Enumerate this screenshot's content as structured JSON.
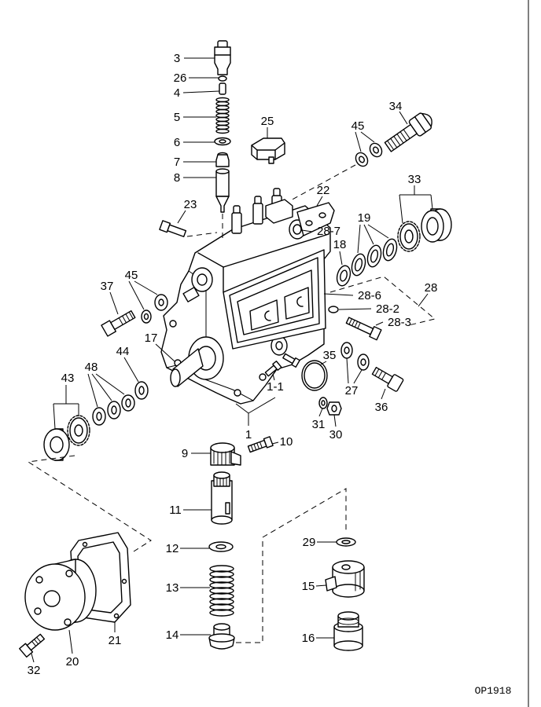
{
  "diagram": {
    "callouts": {
      "c3": "3",
      "c26": "26",
      "c4": "4",
      "c5": "5",
      "c6": "6",
      "c7": "7",
      "c8": "8",
      "c25": "25",
      "c45a": "45",
      "c34": "34",
      "c22": "22",
      "c23": "23",
      "c33": "33",
      "c19": "19",
      "c28_7": "28-7",
      "c18": "18",
      "c28": "28",
      "c28_6": "28-6",
      "c28_2": "28-2",
      "c28_3": "28-3",
      "c37": "37",
      "c45b": "45",
      "c17": "17",
      "c44": "44",
      "c48": "48",
      "c43": "43",
      "c35": "35",
      "c27": "27",
      "c1_1": "1-1",
      "c36": "36",
      "c31": "31",
      "c30": "30",
      "c1": "1",
      "c9": "9",
      "c10": "10",
      "c11": "11",
      "c12": "12",
      "c13": "13",
      "c14": "14",
      "c29": "29",
      "c15": "15",
      "c16": "16",
      "c32": "32",
      "c20": "20",
      "c21": "21"
    },
    "drawing_code": "OP1918"
  },
  "colors": {
    "line": "#000000",
    "background": "#ffffff"
  }
}
